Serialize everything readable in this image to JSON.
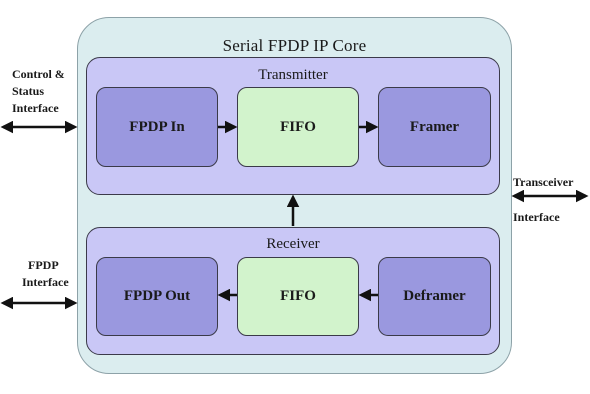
{
  "core": {
    "title": "Serial FPDP IP Core"
  },
  "transmitter": {
    "title": "Transmitter",
    "blocks": [
      "FPDP In",
      "FIFO",
      "Framer"
    ]
  },
  "receiver": {
    "title": "Receiver",
    "blocks": [
      "FPDP Out",
      "FIFO",
      "Deframer"
    ]
  },
  "external": {
    "control_line1": "Control &",
    "control_line2": "Status",
    "control_line3": "Interface",
    "fpdp_line1": "FPDP",
    "fpdp_line2": "Interface",
    "transceiver_line1": "Transceiver",
    "transceiver_line2": "Interface"
  },
  "colors": {
    "core_fill": "#dbedef",
    "section_fill": "#c9c7f6",
    "block_purple": "#9a98df",
    "block_green": "#d2f3cc"
  }
}
